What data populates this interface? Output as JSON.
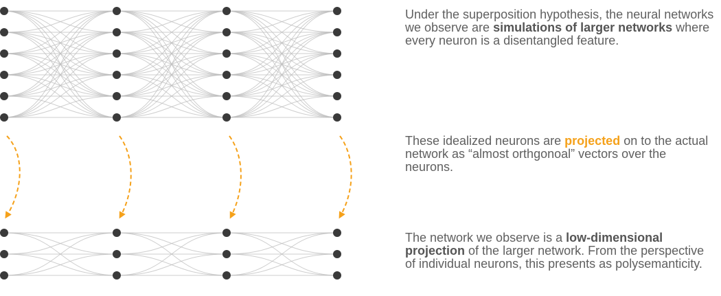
{
  "colors": {
    "neuron": "#3a3a3a",
    "connection": "#bdbdbd",
    "projection_arrow": "#f5a11a",
    "text": "#5f5f5f",
    "highlight": "#f5a11a"
  },
  "diagram": {
    "upper_network": {
      "layers": 4,
      "neurons_per_layer": 6
    },
    "lower_network": {
      "layers": 4,
      "neurons_per_layer": 3
    },
    "projection_arrows": 4
  },
  "captions": {
    "superposition": {
      "intro": "Under the superposition hypothesis, the neural networks we observe are",
      "bold": "simulations of larger networks",
      "outro": "where every neuron is a disentangled feature."
    },
    "projection": {
      "intro": "These idealized neurons are",
      "highlight": "projected",
      "outro": "on to the actual network as “almost orthgonoal” vectors over the neurons."
    },
    "polysemanticity": {
      "intro": "The network we observe is a",
      "bold": "low-dimensional projection",
      "outro": "of the larger network. From the perspective of individual neurons, this presents as polysemanticity."
    }
  }
}
